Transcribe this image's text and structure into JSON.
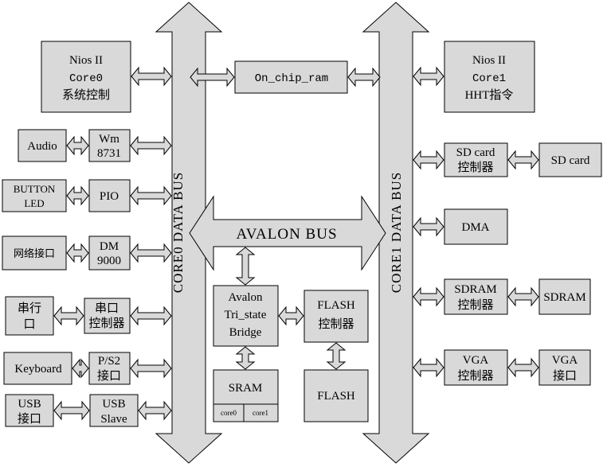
{
  "buses": {
    "core0": "CORE0 DATA BUS",
    "core1": "CORE1 DATA BUS",
    "avalon": "AVALON BUS"
  },
  "left": {
    "nios0": [
      "Nios II",
      "Core0",
      "系统控制"
    ],
    "audio": "Audio",
    "wm": [
      "Wm",
      "8731"
    ],
    "button": [
      "BUTTON",
      "LED"
    ],
    "pio": "PIO",
    "net": "网络接口",
    "dm": [
      "DM",
      "9000"
    ],
    "serial": [
      "串行",
      "口"
    ],
    "uart": [
      "串口",
      "控制器"
    ],
    "keyboard": "Keyboard",
    "ps2": [
      "P/S2",
      "接口"
    ],
    "usb": [
      "USB",
      "接口"
    ],
    "usbslave": [
      "USB",
      "Slave"
    ]
  },
  "center": {
    "onchip": "On_chip_ram",
    "bridge": [
      "Avalon",
      "Tri_state",
      "Bridge"
    ],
    "flashctl": [
      "FLASH",
      "控制器"
    ],
    "sram": "SRAM",
    "sram_core0": "core0",
    "sram_core1": "core1",
    "flash": "FLASH"
  },
  "right": {
    "nios1": [
      "Nios II",
      "Core1",
      "HHT指令"
    ],
    "sdctl": [
      "SD card",
      "控制器"
    ],
    "sd": "SD card",
    "dma": "DMA",
    "sdramctl": [
      "SDRAM",
      "控制器"
    ],
    "sdram": "SDRAM",
    "vgactl": [
      "VGA",
      "控制器"
    ],
    "vga": [
      "VGA",
      "接口"
    ]
  }
}
